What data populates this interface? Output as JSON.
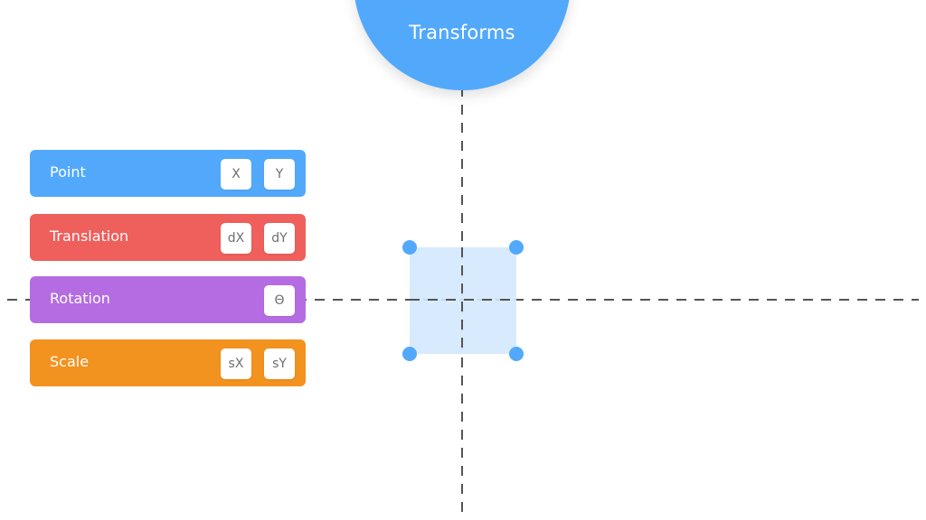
{
  "title": {
    "text": "Transforms",
    "color": "#52a9fb"
  },
  "rows": [
    {
      "label": "Point",
      "color": "#52a9fb",
      "params": [
        "X",
        "Y"
      ]
    },
    {
      "label": "Translation",
      "color": "#ef5f5c",
      "params": [
        "dX",
        "dY"
      ]
    },
    {
      "label": "Rotation",
      "color": "#b56ce2",
      "params": [
        "Θ"
      ]
    },
    {
      "label": "Scale",
      "color": "#f2921f",
      "params": [
        "sX",
        "sY"
      ]
    }
  ],
  "shape": {
    "fill_color": "#d4e8fd",
    "handle_color": "#52a9fb",
    "axis_color": "#555555"
  }
}
